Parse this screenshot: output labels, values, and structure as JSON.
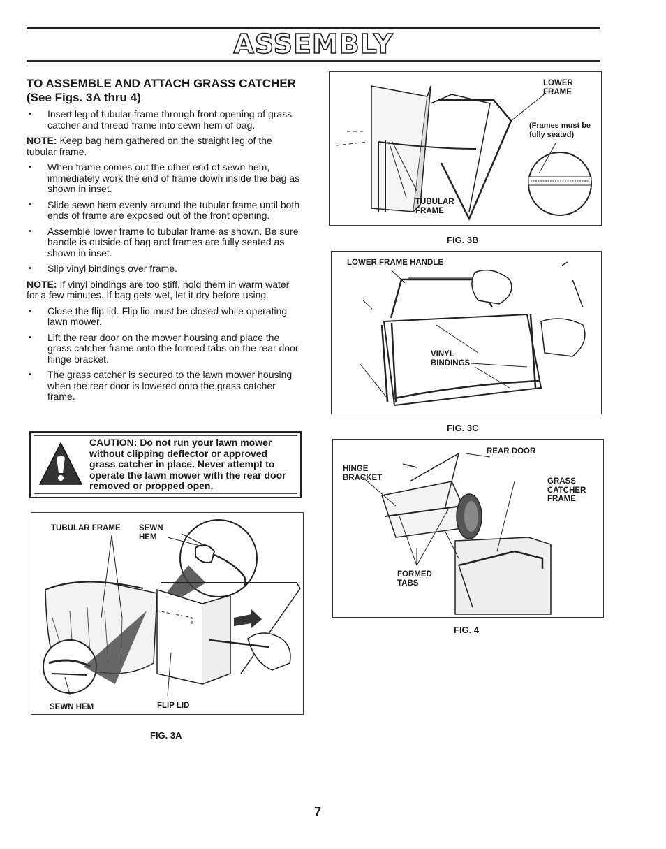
{
  "heading": "ASSEMBLY",
  "section_title": "TO ASSEMBLE AND ATTACH GRASS CATCHER (See Figs. 3A thru 4)",
  "instructions": {
    "b1": "Insert leg of tubular frame through front opening of grass catcher and thread frame into sewn hem of bag.",
    "note1_label": "NOTE:",
    "note1_text": "Keep bag hem gathered on the straight leg of the tubular frame.",
    "b2": "When frame comes out the other end of sewn hem, immediately work the end of frame down inside the bag as shown in inset.",
    "b3": "Slide sewn hem evenly around the tubular frame until both ends of frame are exposed out of the front opening.",
    "b4": "Assemble lower frame to tubular frame as shown. Be sure handle is outside of bag and frames are fully seated as shown in inset.",
    "b5": "Slip vinyl bindings over frame.",
    "note2_label": "NOTE:",
    "note2_text": "If vinyl bindings are too stiff, hold them in warm water for a few minutes. If bag gets wet, let it dry before using.",
    "b6": "Close the flip lid. Flip lid must be closed while operating lawn mower.",
    "b7": "Lift the rear door on the mower housing and place the grass catcher frame onto the formed tabs on the rear door hinge bracket.",
    "b8": "The grass catcher is secured to the lawn mower housing when the rear door is lowered onto the grass catcher frame."
  },
  "caution": "CAUTION: Do not run your lawn mower without clipping deflector or approved grass catcher in place. Never attempt to operate the lawn mower with the rear door removed or propped open.",
  "fig3a": {
    "caption": "FIG. 3A",
    "label_tubular_frame": "TUBULAR FRAME",
    "label_sewn_hem_top": "SEWN HEM",
    "label_sewn_hem_bottom": "SEWN HEM",
    "label_flip_lid": "FLIP LID"
  },
  "fig3b": {
    "caption": "FIG. 3B",
    "label_lower_frame": "LOWER FRAME",
    "label_frames_note": "(Frames must be fully seated)",
    "label_tubular_frame": "TUBULAR FRAME"
  },
  "fig3c": {
    "caption": "FIG. 3C",
    "label_lower_frame_handle": "LOWER FRAME HANDLE",
    "label_vinyl_bindings": "VINYL BINDINGS"
  },
  "fig4": {
    "caption": "FIG. 4",
    "label_rear_door": "REAR DOOR",
    "label_hinge_bracket": "HINGE BRACKET",
    "label_grass_catcher_frame": "GRASS CATCHER FRAME",
    "label_formed_tabs": "FORMED TABS"
  },
  "page_number": "7"
}
